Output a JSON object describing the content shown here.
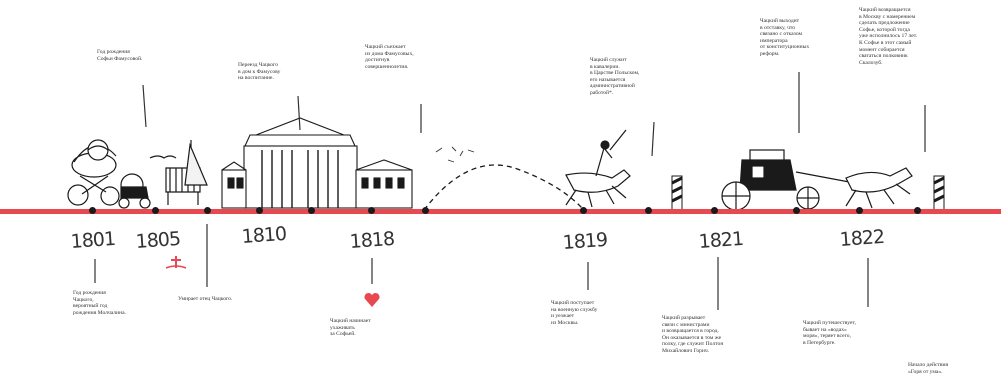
{
  "colors": {
    "axis": "#e8484f",
    "ink": "#1a1a1a",
    "heart": "#e8484f"
  },
  "years": [
    "1801",
    "1805",
    "1810",
    "1818",
    "1819",
    "1821",
    "1822"
  ],
  "notes_above": [
    "Год рождения\nСофьи Фамусовой.",
    "Переезд Чацкого\nв дом к Фамусову\nна воспитание.",
    "Чацкий съезжает\nиз дома Фамусовых,\nдостигнув\nсовершеннолетия.",
    "Чацкий служит\nв кавалерии.\nв Царстве Польском,\nего называется\nадминистративной\nработой*.",
    "Чацкий выходит\nв отставку, что\nсвязано с отказом\nимператора\nот конституционных\nреформ.",
    "Чацкий возвращается\nв Москву с намерением\nсделать предложение\nСофье, которой тогда\nуже исполнилось 17 лет.\nК Софье в этот самый\nмомент собирается\nсвататься полковник\nСкалозуб."
  ],
  "notes_below": [
    "Год рождения\nЧацкого,\nвероятный год\nрождения Молчалина.",
    "Умирает отец Чацкого.",
    "Чацкий начинает\nухаживать\nза Софьей.",
    "Чацкий поступает\nна военную службу\nи уезжает\nиз Москвы.",
    "Чацкий разрывает\nсвязи с министрами\nи возвращается в город.\nОн оказывается в том же\nполку, где служит Полтон\nМихайлович Горич.",
    "Чацкий путешествует,\nбывает на «водах»\nморя», теряет всего,\nв Петербурге.",
    "Начало действия\n«Горя от ума»."
  ]
}
